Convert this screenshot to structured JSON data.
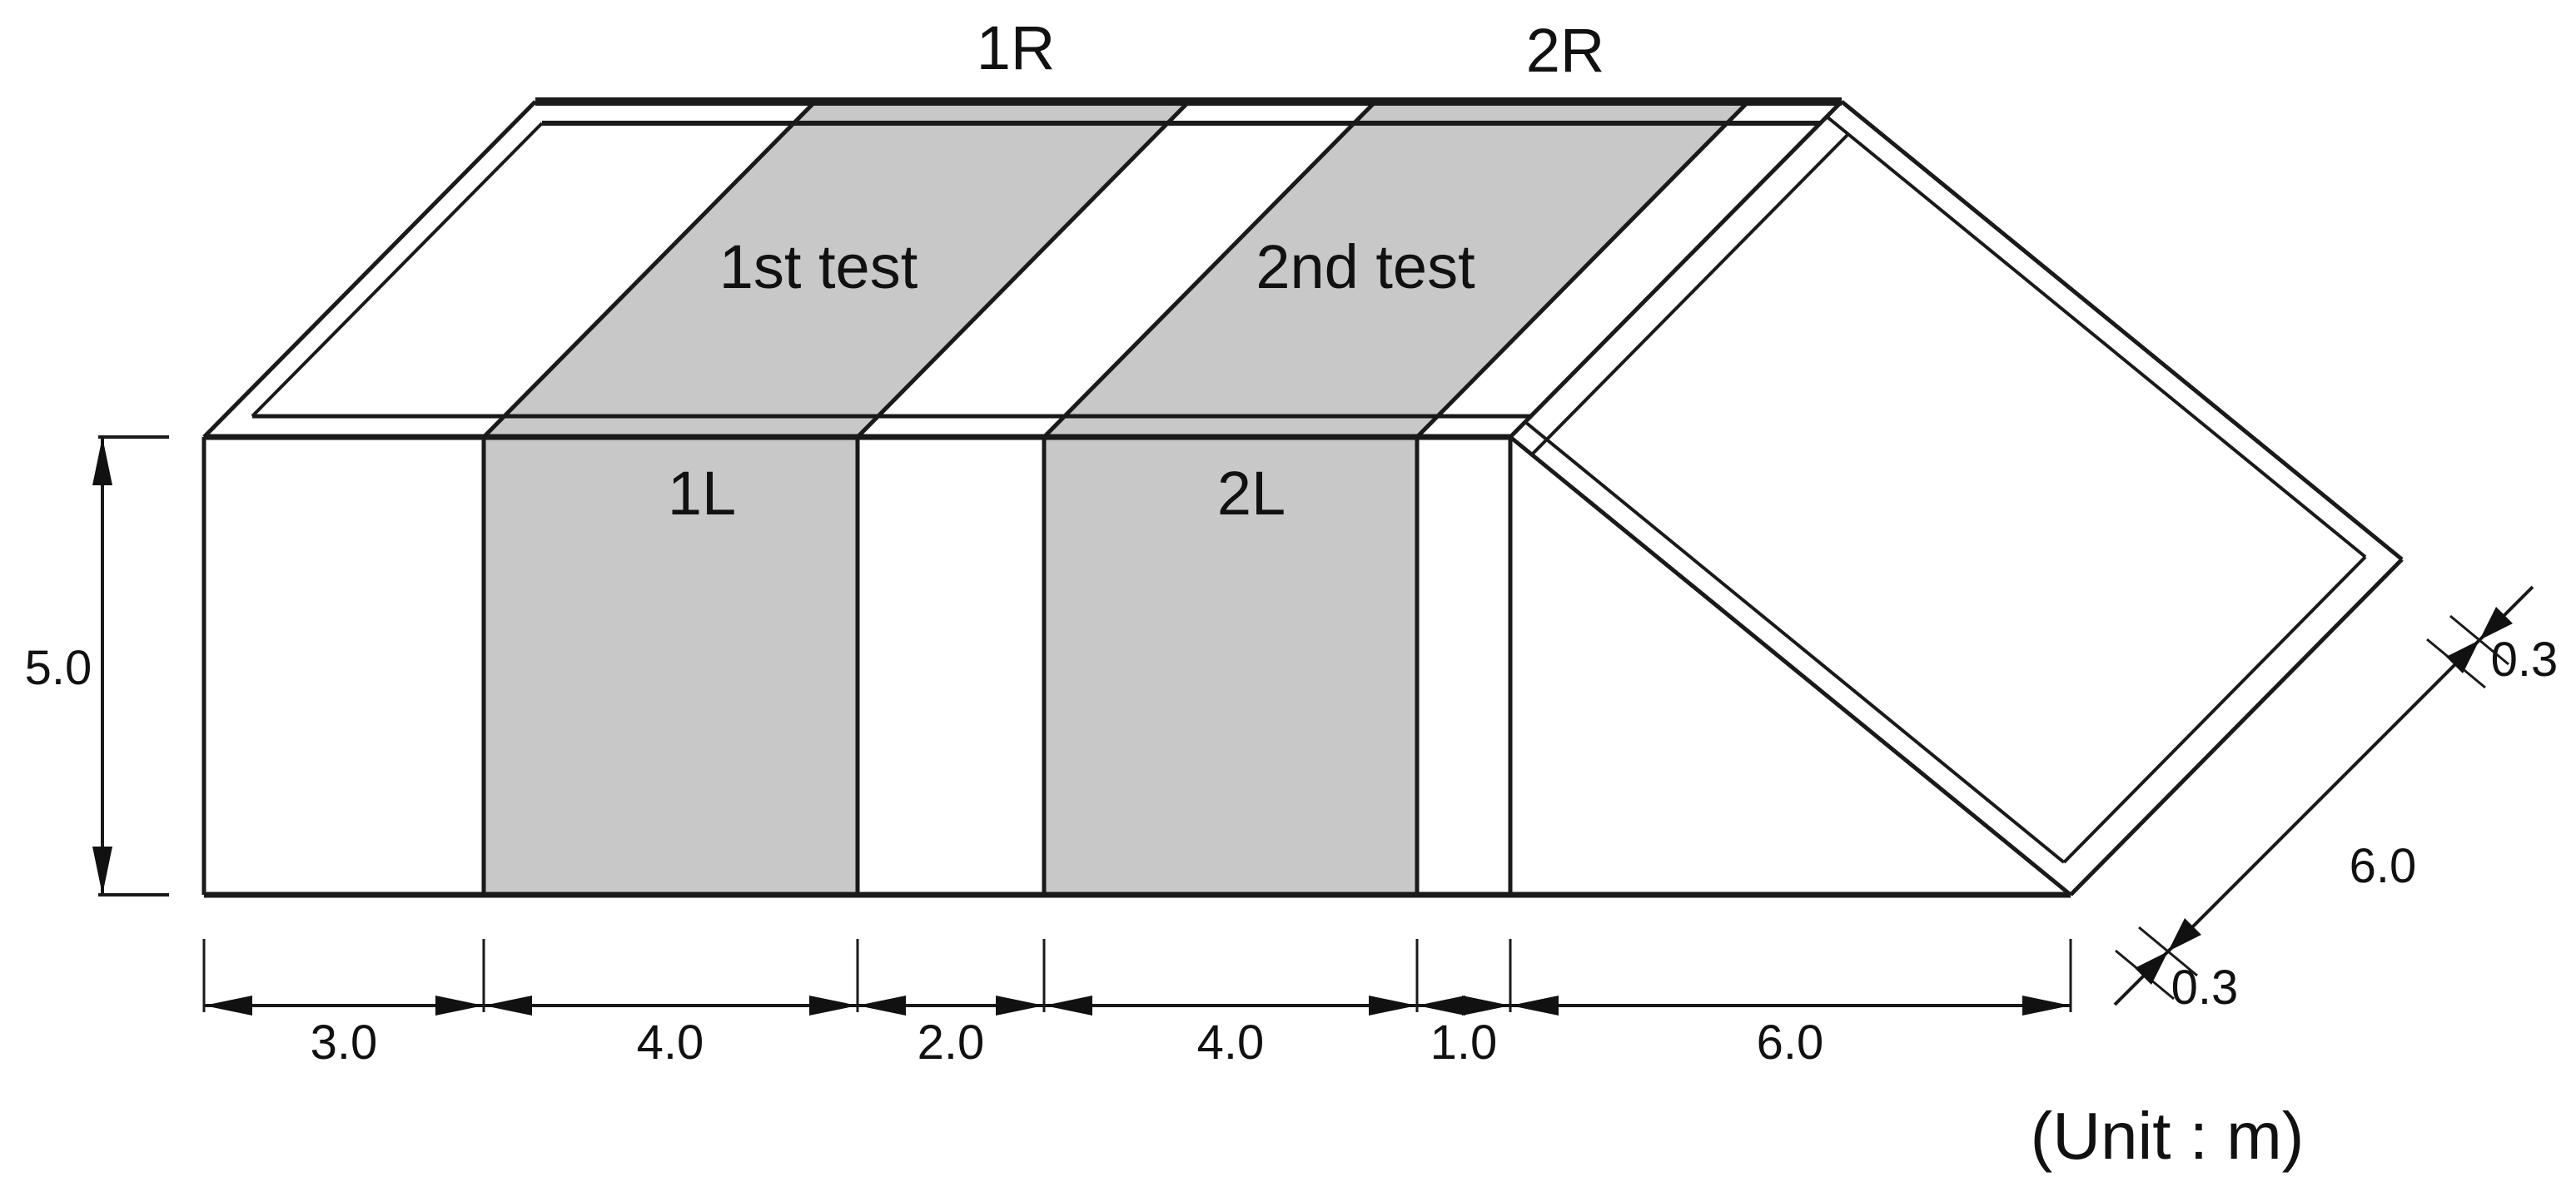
{
  "figure": {
    "unit_note": "(Unit : m)",
    "labels": {
      "band1_top": "1R",
      "band2_top": "2R",
      "band1_surface": "1st test",
      "band2_surface": "2nd test",
      "band1_front": "1L",
      "band2_front": "2L"
    },
    "dimensions": {
      "height_m": "5.0",
      "bottom_segments_m": [
        "3.0",
        "4.0",
        "2.0",
        "4.0",
        "1.0",
        "6.0"
      ],
      "depth_m": "6.0",
      "rim_top_m": "0.3",
      "rim_bottom_m": "0.3"
    },
    "colors": {
      "band_fill": "#c8c8c8",
      "line": "#1a1a1a",
      "back_edge": "#4f4f4f",
      "background": "#ffffff"
    }
  }
}
